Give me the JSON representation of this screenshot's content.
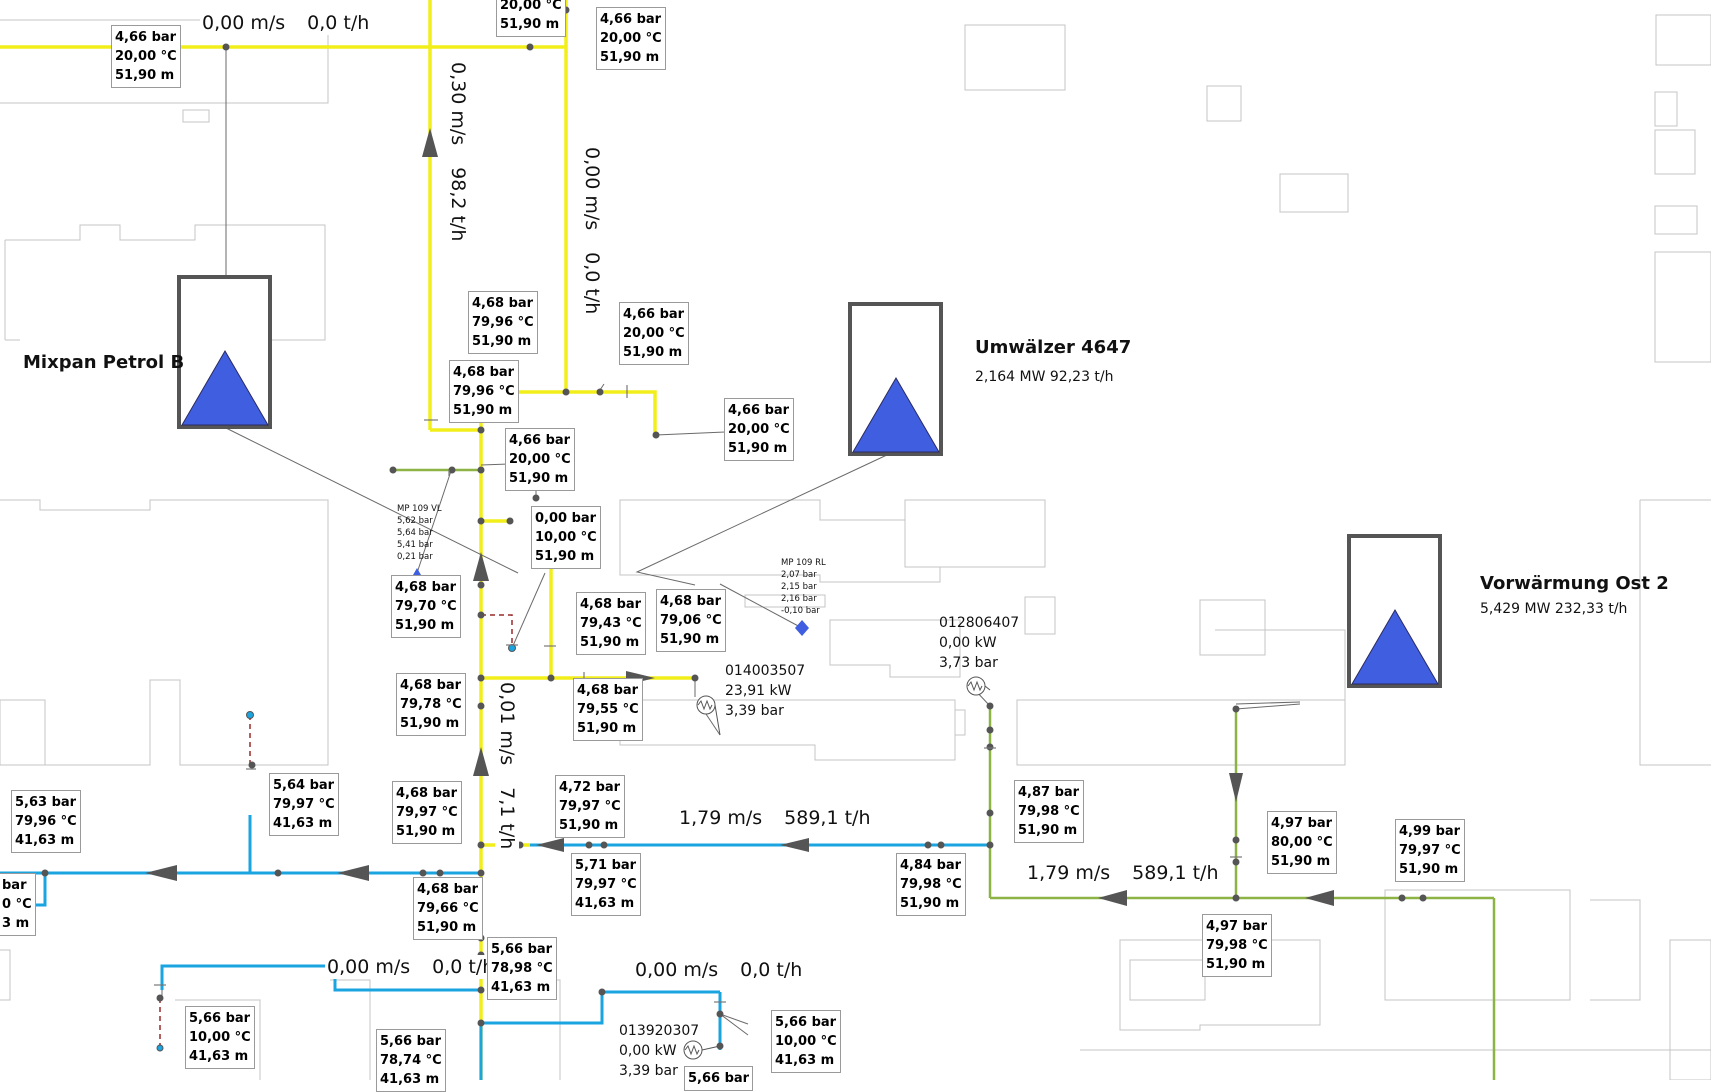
{
  "colors": {
    "supply": "#f2ee1a",
    "return": "#1aa4e0",
    "green": "#8cb343",
    "pump_fill": "#3f5fe0",
    "pump_frame": "#555555",
    "building": "#bfbfbf",
    "node": "#555555"
  },
  "pumps": [
    {
      "name": "Mixpan Petrol B",
      "info": ""
    },
    {
      "name": "Umwälzer 4647",
      "info": "2,164 MW 92,23 t/h"
    },
    {
      "name": "Vorwärmung Ost 2",
      "info": "5,429 MW 232,33 t/h"
    }
  ],
  "flows": [
    {
      "speed": "0,00 m/s",
      "mass": "0,0 t/h"
    },
    {
      "speed": "0,30 m/s",
      "mass": "98,2 t/h"
    },
    {
      "speed": "0,00 m/s",
      "mass": "0,0 t/h"
    },
    {
      "speed": "0,01 m/s",
      "mass": "7,1 t/h"
    },
    {
      "speed": "1,79 m/s",
      "mass": "589,1 t/h"
    },
    {
      "speed": "1,79 m/s",
      "mass": "589,1 t/h"
    },
    {
      "speed": "0,00 m/s",
      "mass": "0,0 t/h"
    },
    {
      "speed": "0,00 m/s",
      "mass": "0,0 t/h"
    }
  ],
  "labels": [
    {
      "p": "4,66 bar",
      "t": "20,00 °C",
      "h": "51,90 m"
    },
    {
      "p": "",
      "t": "20,00 °C",
      "h": "51,90 m"
    },
    {
      "p": "4,66 bar",
      "t": "20,00 °C",
      "h": "51,90 m"
    },
    {
      "p": "4,68 bar",
      "t": "79,96 °C",
      "h": "51,90 m"
    },
    {
      "p": "4,66 bar",
      "t": "20,00 °C",
      "h": "51,90 m"
    },
    {
      "p": "4,68 bar",
      "t": "79,96 °C",
      "h": "51,90 m"
    },
    {
      "p": "4,66 bar",
      "t": "20,00 °C",
      "h": "51,90 m"
    },
    {
      "p": "4,66 bar",
      "t": "20,00 °C",
      "h": "51,90 m"
    },
    {
      "p": "0,00 bar",
      "t": "10,00 °C",
      "h": "51,90 m"
    },
    {
      "p": "4,68 bar",
      "t": "79,70 °C",
      "h": "51,90 m"
    },
    {
      "p": "4,68 bar",
      "t": "79,43 °C",
      "h": "51,90 m"
    },
    {
      "p": "4,68 bar",
      "t": "79,06 °C",
      "h": "51,90 m"
    },
    {
      "p": "4,68 bar",
      "t": "79,78 °C",
      "h": "51,90 m"
    },
    {
      "p": "4,68 bar",
      "t": "79,55 °C",
      "h": "51,90 m"
    },
    {
      "p": "5,63 bar",
      "t": "79,96 °C",
      "h": "41,63 m"
    },
    {
      "p": "5,64 bar",
      "t": "79,97 °C",
      "h": "41,63 m"
    },
    {
      "p": "4,68 bar",
      "t": "79,97 °C",
      "h": "51,90 m"
    },
    {
      "p": "4,72 bar",
      "t": "79,97 °C",
      "h": "51,90 m"
    },
    {
      "p": "4,87 bar",
      "t": "79,98 °C",
      "h": "51,90 m"
    },
    {
      "p": "4,97 bar",
      "t": "80,00 °C",
      "h": "51,90 m"
    },
    {
      "p": "4,99 bar",
      "t": "79,97 °C",
      "h": "51,90 m"
    },
    {
      "p": "5,71 bar",
      "t": "79,97 °C",
      "h": "41,63 m"
    },
    {
      "p": "4,84 bar",
      "t": "79,98 °C",
      "h": "51,90 m"
    },
    {
      "p": "bar",
      "t": "0 °C",
      "h": "3 m"
    },
    {
      "p": "4,68 bar",
      "t": "79,66 °C",
      "h": "51,90 m"
    },
    {
      "p": "4,97 bar",
      "t": "79,98 °C",
      "h": "51,90 m"
    },
    {
      "p": "5,66 bar",
      "t": "78,98 °C",
      "h": "41,63 m"
    },
    {
      "p": "5,66 bar",
      "t": "10,00 °C",
      "h": "41,63 m"
    },
    {
      "p": "5,66 bar",
      "t": "10,00 °C",
      "h": "41,63 m"
    },
    {
      "p": "5,66 bar",
      "t": "78,74 °C",
      "h": "41,63 m"
    },
    {
      "p": "5,66 bar",
      "t": "",
      "h": ""
    }
  ],
  "heat_exchangers": [
    {
      "id": "014003507",
      "power": "23,91 kW",
      "pressure": "3,39 bar"
    },
    {
      "id": "012806407",
      "power": "0,00 kW",
      "pressure": "3,73 bar"
    },
    {
      "id": "013920307",
      "power": "0,00 kW",
      "pressure": "3,39 bar"
    }
  ],
  "measure_points": [
    {
      "name": "MP 109 VL",
      "values": [
        "5,62 bar",
        "5,64 bar",
        "5,41 bar",
        "0,21 bar"
      ]
    },
    {
      "name": "MP 109 RL",
      "values": [
        "2,07 bar",
        "2,15 bar",
        "2,16 bar",
        "-0,10 bar"
      ]
    }
  ]
}
